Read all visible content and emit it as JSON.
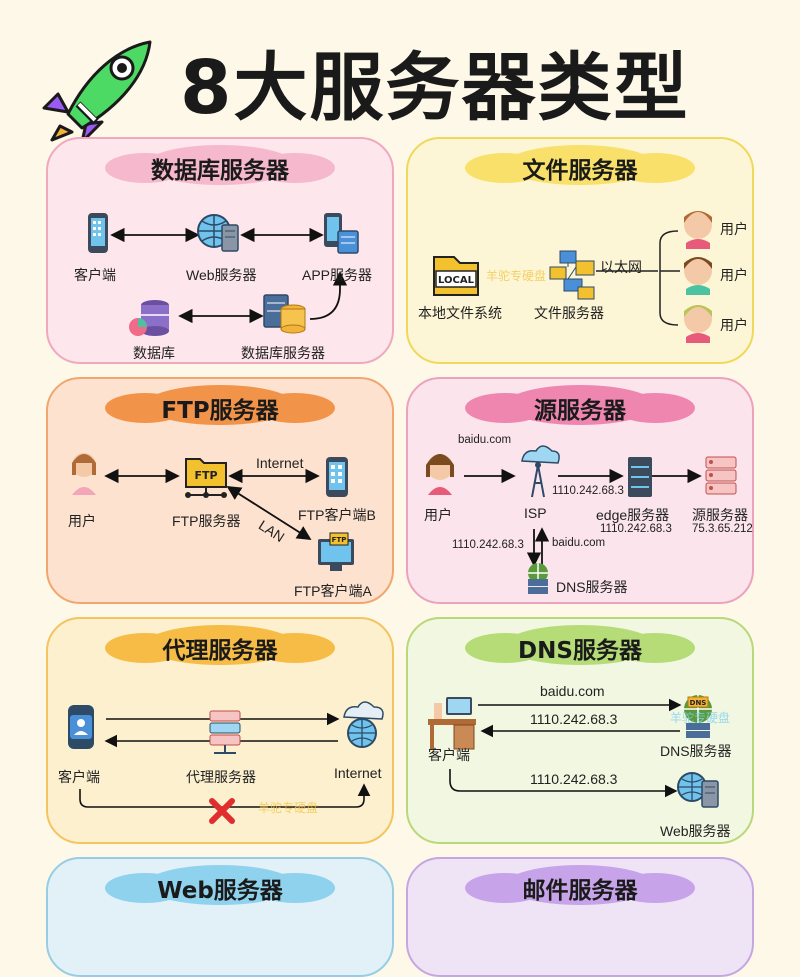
{
  "title": "8大服务器类型",
  "cards": {
    "db": {
      "title": "数据库服务器",
      "client": "客户端",
      "web": "Web服务器",
      "app": "APP服务器",
      "database": "数据库",
      "db_server": "数据库服务器"
    },
    "file": {
      "title": "文件服务器",
      "local_fs": "本地文件系统",
      "file_server": "文件服务器",
      "ethernet": "以太网",
      "user1": "用户",
      "user2": "用户",
      "user3": "用户",
      "local_tag": "LOCAL",
      "watermark": "羊驼专硬盘"
    },
    "ftp": {
      "title": "FTP服务器",
      "user": "用户",
      "ftp_server": "FTP服务器",
      "internet": "Internet",
      "client_b": "FTP客户端B",
      "lan": "LAN",
      "client_a": "FTP客户端A",
      "ftp_tag": "FTP"
    },
    "origin": {
      "title": "源服务器",
      "domain": "baidu.com",
      "user": "用户",
      "isp": "ISP",
      "ip_top": "1110.242.68.3",
      "edge": "edge服务器",
      "edge_ip": "1110.242.68.3",
      "origin_server": "源服务器",
      "origin_ip": "75.3.65.212",
      "ip_left": "1110.242.68.3",
      "domain_down": "baidu.com",
      "dns": "DNS服务器"
    },
    "proxy": {
      "title": "代理服务器",
      "client": "客户端",
      "proxy_server": "代理服务器",
      "internet": "Internet",
      "watermark": "羊驼专硬盘"
    },
    "dns": {
      "title": "DNS服务器",
      "domain": "baidu.com",
      "ip1": "1110.242.68.3",
      "client": "客户端",
      "dns_server": "DNS服务器",
      "ip2": "1110.242.68.3",
      "web_server": "Web服务器",
      "dns_tag": "DNS",
      "watermark": "羊驼专硬盘"
    },
    "web": {
      "title": "Web服务器"
    },
    "mail": {
      "title": "邮件服务器"
    }
  },
  "colors": {
    "pink_card": "#fde6ec",
    "pink_border": "#efa9bf",
    "pink_cloud": "#f6b8cc",
    "yellow_card": "#fdf6d6",
    "yellow_border": "#f0d85a",
    "yellow_cloud": "#f8e06a",
    "orange_card": "#fde3cf",
    "orange_border": "#f0a66e",
    "orange_cloud": "#f2934a",
    "rose_card": "#fbe4ec",
    "rose_border": "#eba2bc",
    "rose_cloud": "#ee86b0",
    "amber_card": "#fdf0cf",
    "amber_border": "#f3c460",
    "amber_cloud": "#f6bc45",
    "green_card": "#f2f7e1",
    "green_border": "#b9d879",
    "green_cloud": "#b6dc78",
    "blue_card": "#e2f1f7",
    "blue_border": "#97cde3",
    "blue_cloud": "#8ed2ee",
    "lilac_card": "#efe4f6",
    "lilac_border": "#c5a6e0",
    "lilac_cloud": "#c7a4ea"
  }
}
